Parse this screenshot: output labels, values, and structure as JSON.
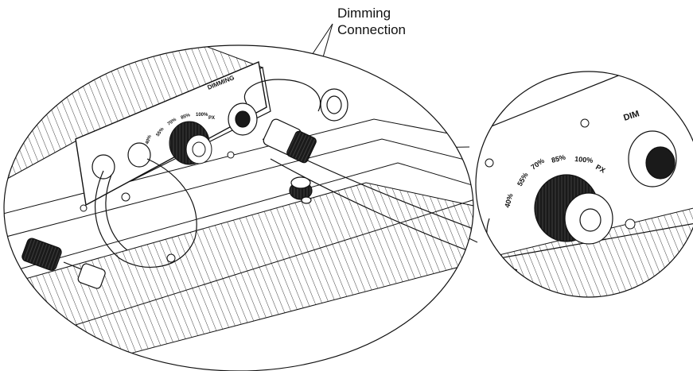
{
  "callout": {
    "line1": "Dimming",
    "line2": "Connection"
  },
  "panel_label": "DIMMING",
  "detail_label": "DIM",
  "dial_scale": [
    "40%",
    "55%",
    "70%",
    "85%",
    "100%",
    "PX"
  ],
  "dial_scale_small": [
    "40%",
    "55%",
    "70%",
    "85%",
    "100%",
    "PX"
  ],
  "colors": {
    "line": "#111111",
    "fill": "#ffffff",
    "dark": "#1a1a1a"
  }
}
